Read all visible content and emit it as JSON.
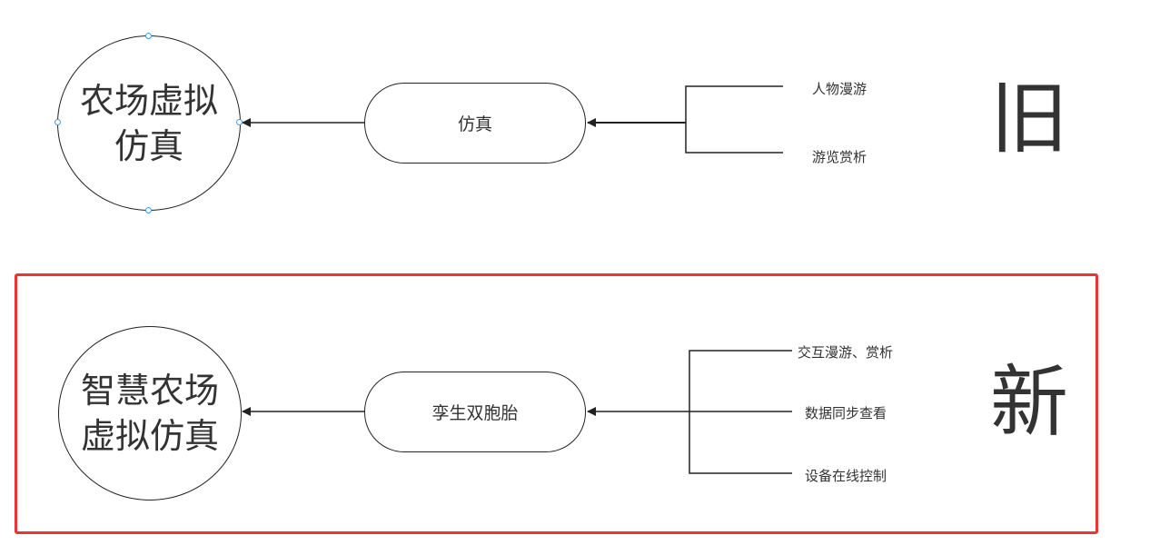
{
  "colors": {
    "frame": "#ee3333",
    "stroke": "#222222",
    "handle": "#3d9be9",
    "text": "#333333"
  },
  "old": {
    "circle_line1": "农场虚拟",
    "circle_line2": "仿真",
    "pill": "仿真",
    "items": [
      "人物漫游",
      "游览赏析"
    ],
    "tag": "旧"
  },
  "new": {
    "circle_line1": "智慧农场",
    "circle_line2": "虚拟仿真",
    "pill": "孪生双胞胎",
    "items": [
      "交互漫游、赏析",
      "数据同步查看",
      "设备在线控制"
    ],
    "tag": "新"
  }
}
